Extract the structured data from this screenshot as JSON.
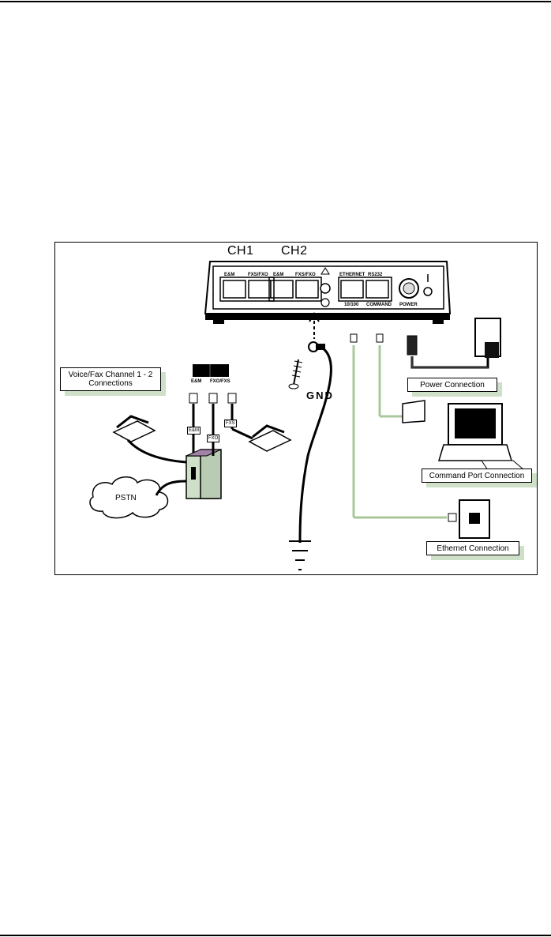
{
  "figure": {
    "channel_labels": [
      "CH1",
      "CH2"
    ],
    "panel_ports": [
      "E&M",
      "FXS/FXO",
      "E&M",
      "FXS/FXO",
      "ETHERNET",
      "RS232"
    ],
    "panel_bottom_labels": [
      "10/100",
      "COMMAND",
      "POWER"
    ],
    "gnd_label": "GND",
    "voice_fax_label_line1": "Voice/Fax Channel 1 - 2",
    "voice_fax_label_line2": "Connections",
    "module_labels": [
      "E&M",
      "FXO/FXS"
    ],
    "cable_tags": [
      "E&M",
      "FXO",
      "FXS"
    ],
    "cloud_label": "PSTN",
    "power_label": "Power Connection",
    "command_label": "Command Port Connection",
    "ethernet_label": "Ethernet Connection"
  }
}
